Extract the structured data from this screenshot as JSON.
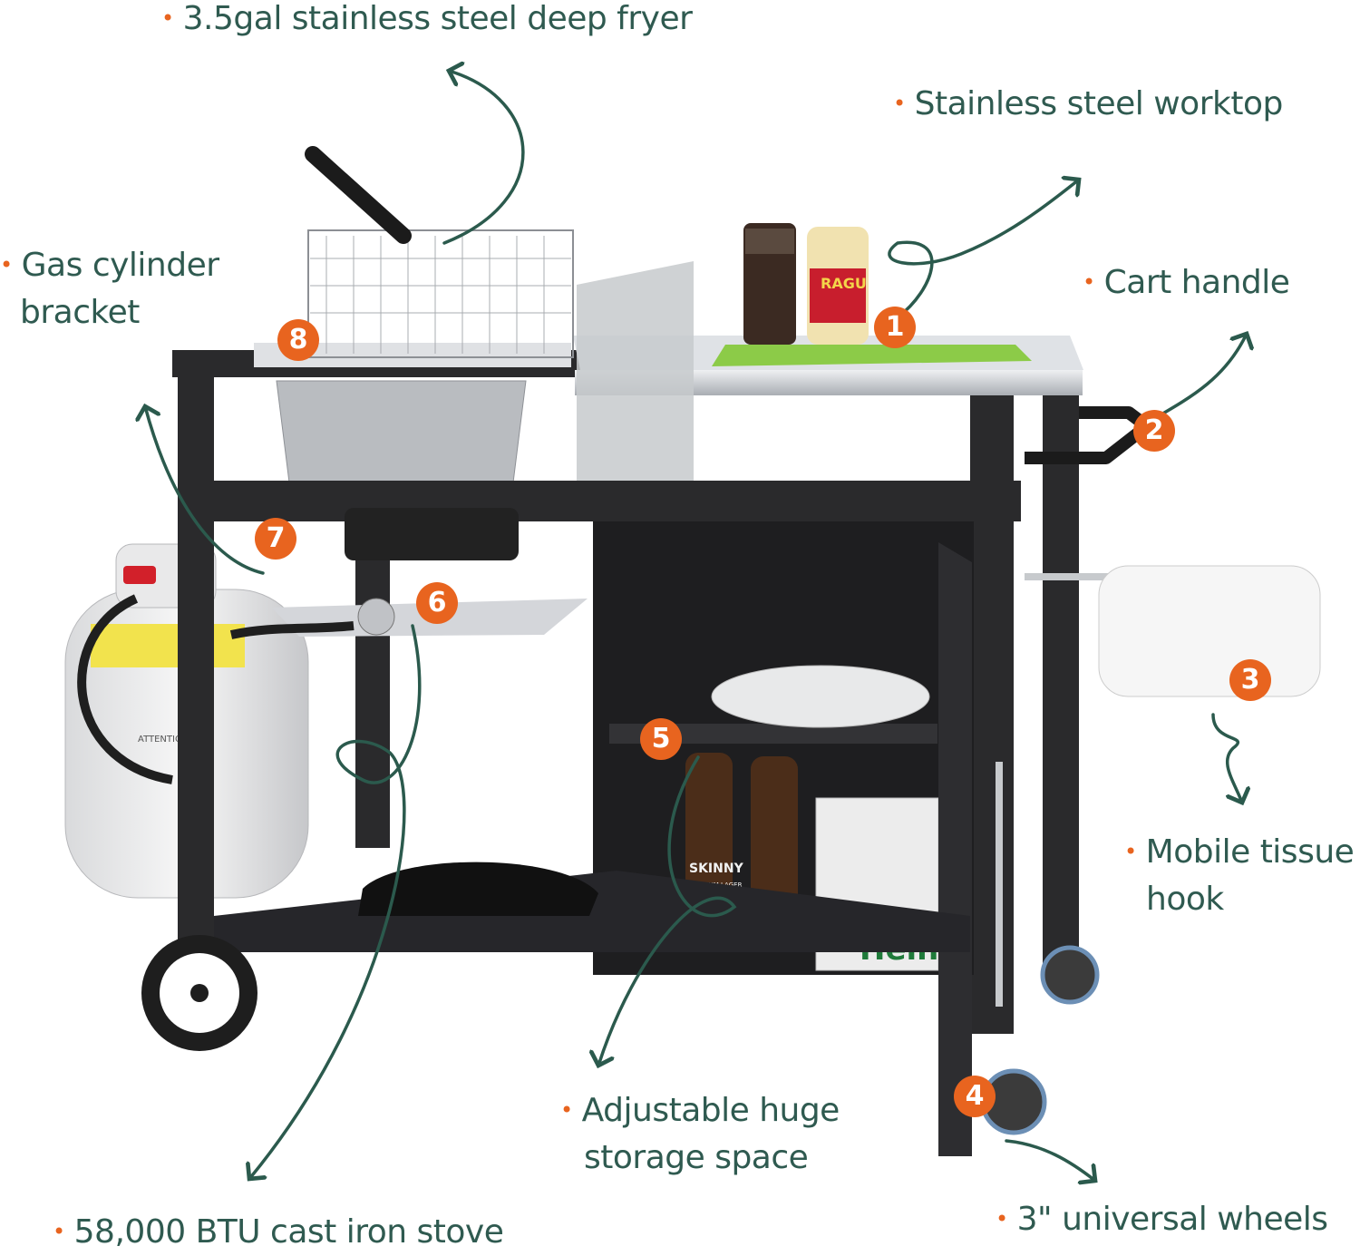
{
  "colors": {
    "accent": "#e8641f",
    "label_text": "#2f5a50",
    "arrow": "#2b5a4d",
    "cart_frame": "#2a2a2c",
    "steel": "#c9ccd0"
  },
  "callouts": {
    "fryer": "3.5gal stainless steel deep fryer",
    "worktop": "Stainless steel worktop",
    "gas_bracket_line1": "Gas cylinder",
    "gas_bracket_line2": "bracket",
    "cart_handle": "Cart handle",
    "tissue_hook_line1": "Mobile tissue",
    "tissue_hook_line2": "hook",
    "storage_line1": "Adjustable huge",
    "storage_line2": "storage space",
    "wheels": "3\" universal wheels",
    "stove": "58,000 BTU cast iron stove"
  },
  "badges": [
    "1",
    "2",
    "3",
    "4",
    "5",
    "6",
    "7",
    "8"
  ],
  "product_text": {
    "sauce_jar": "RAGU",
    "bottle_label": "SKINNY",
    "bottle_sublabel": "PREMIUM LAGER",
    "beer_pack": "Hein",
    "tank_label": "ATTENTION"
  }
}
